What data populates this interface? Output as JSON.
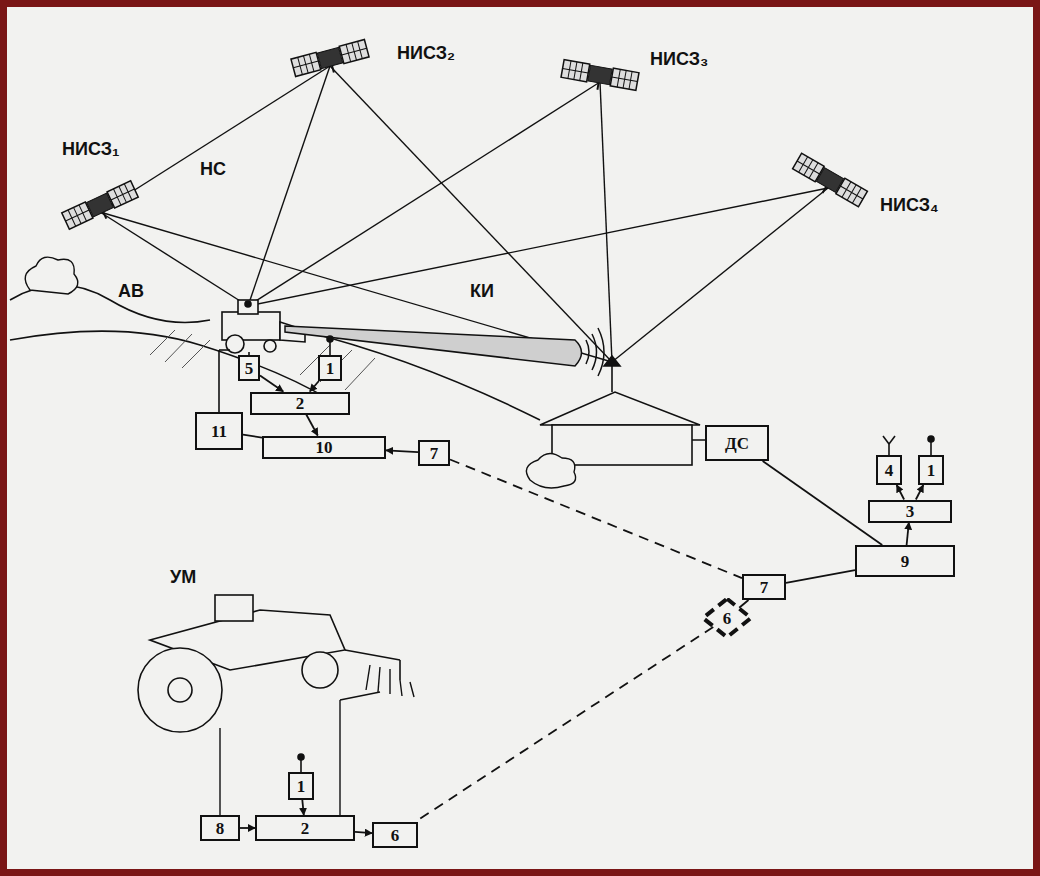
{
  "diagram": {
    "nodes": [
      {
        "text": [
          "5"
        ]
      },
      {
        "text": [
          "1"
        ]
      },
      {
        "text": [
          "2"
        ]
      },
      {
        "text": [
          "11"
        ]
      },
      {
        "text": [
          "10"
        ]
      },
      {
        "text": [
          "7"
        ]
      },
      {
        "text": [
          "ДС"
        ]
      },
      {
        "text": [
          "4"
        ]
      },
      {
        "text": [
          "1"
        ]
      },
      {
        "text": [
          "3"
        ]
      },
      {
        "text": [
          "9"
        ]
      },
      {
        "text": [
          "7"
        ]
      },
      {
        "text": [
          "6"
        ]
      },
      {
        "text": [
          "1"
        ]
      },
      {
        "text": [
          "8"
        ]
      },
      {
        "text": [
          "2"
        ]
      },
      {
        "text": [
          "6"
        ]
      }
    ],
    "edges": [
      {
        "from": 0,
        "to": 2,
        "arrow": "to"
      },
      {
        "from": 1,
        "to": 2,
        "arrow": "to"
      },
      {
        "from": 2,
        "to": 4,
        "arrow": "to"
      },
      {
        "from": 4,
        "to": 3,
        "arrow": "none"
      },
      {
        "from": 5,
        "to": 4,
        "arrow": "to"
      },
      {
        "from": 5,
        "to": 11,
        "arrow": "none"
      },
      {
        "from": 6,
        "to": 10,
        "arrow": "none"
      },
      {
        "from": 10,
        "to": 9,
        "arrow": "to"
      },
      {
        "from": 9,
        "to": 7,
        "arrow": "to"
      },
      {
        "from": 9,
        "to": 8,
        "arrow": "to"
      },
      {
        "from": 10,
        "to": 11,
        "arrow": "none"
      },
      {
        "from": 11,
        "to": 12,
        "arrow": "none"
      },
      {
        "from": 12,
        "to": 16,
        "arrow": "none"
      },
      {
        "from": 13,
        "to": 15,
        "arrow": "to"
      },
      {
        "from": 14,
        "to": 15,
        "arrow": "to"
      },
      {
        "from": 15,
        "to": 16,
        "arrow": "to"
      }
    ],
    "labels": [
      "НИСЗ₁",
      "НИСЗ₂",
      "НИСЗ₃",
      "НИСЗ₄",
      "НС",
      "АВ",
      "КИ",
      "УМ"
    ]
  }
}
